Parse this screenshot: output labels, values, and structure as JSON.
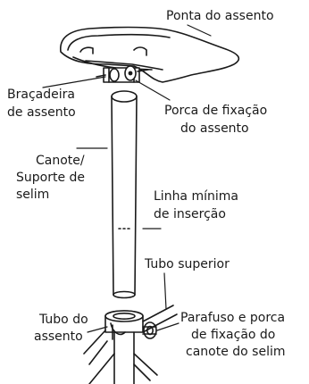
{
  "labels": {
    "saddle_tip": "Ponta do assento",
    "seat_clamp": [
      "Braçadeira",
      "de assento"
    ],
    "clamp_nut": [
      "Porca de fixação",
      "do assento"
    ],
    "seatpost": [
      "Canote/",
      "Suporte de",
      "selim"
    ],
    "min_insertion": [
      "Linha mínima",
      "de inserção"
    ],
    "top_tube": "Tubo superior",
    "seat_tube": [
      "Tubo do",
      "assento"
    ],
    "post_bolt": [
      "Parafuso e porca",
      "de fixação do",
      "canote do selim"
    ]
  },
  "colors": {
    "line": "#1a1a1a",
    "background": "#ffffff"
  }
}
